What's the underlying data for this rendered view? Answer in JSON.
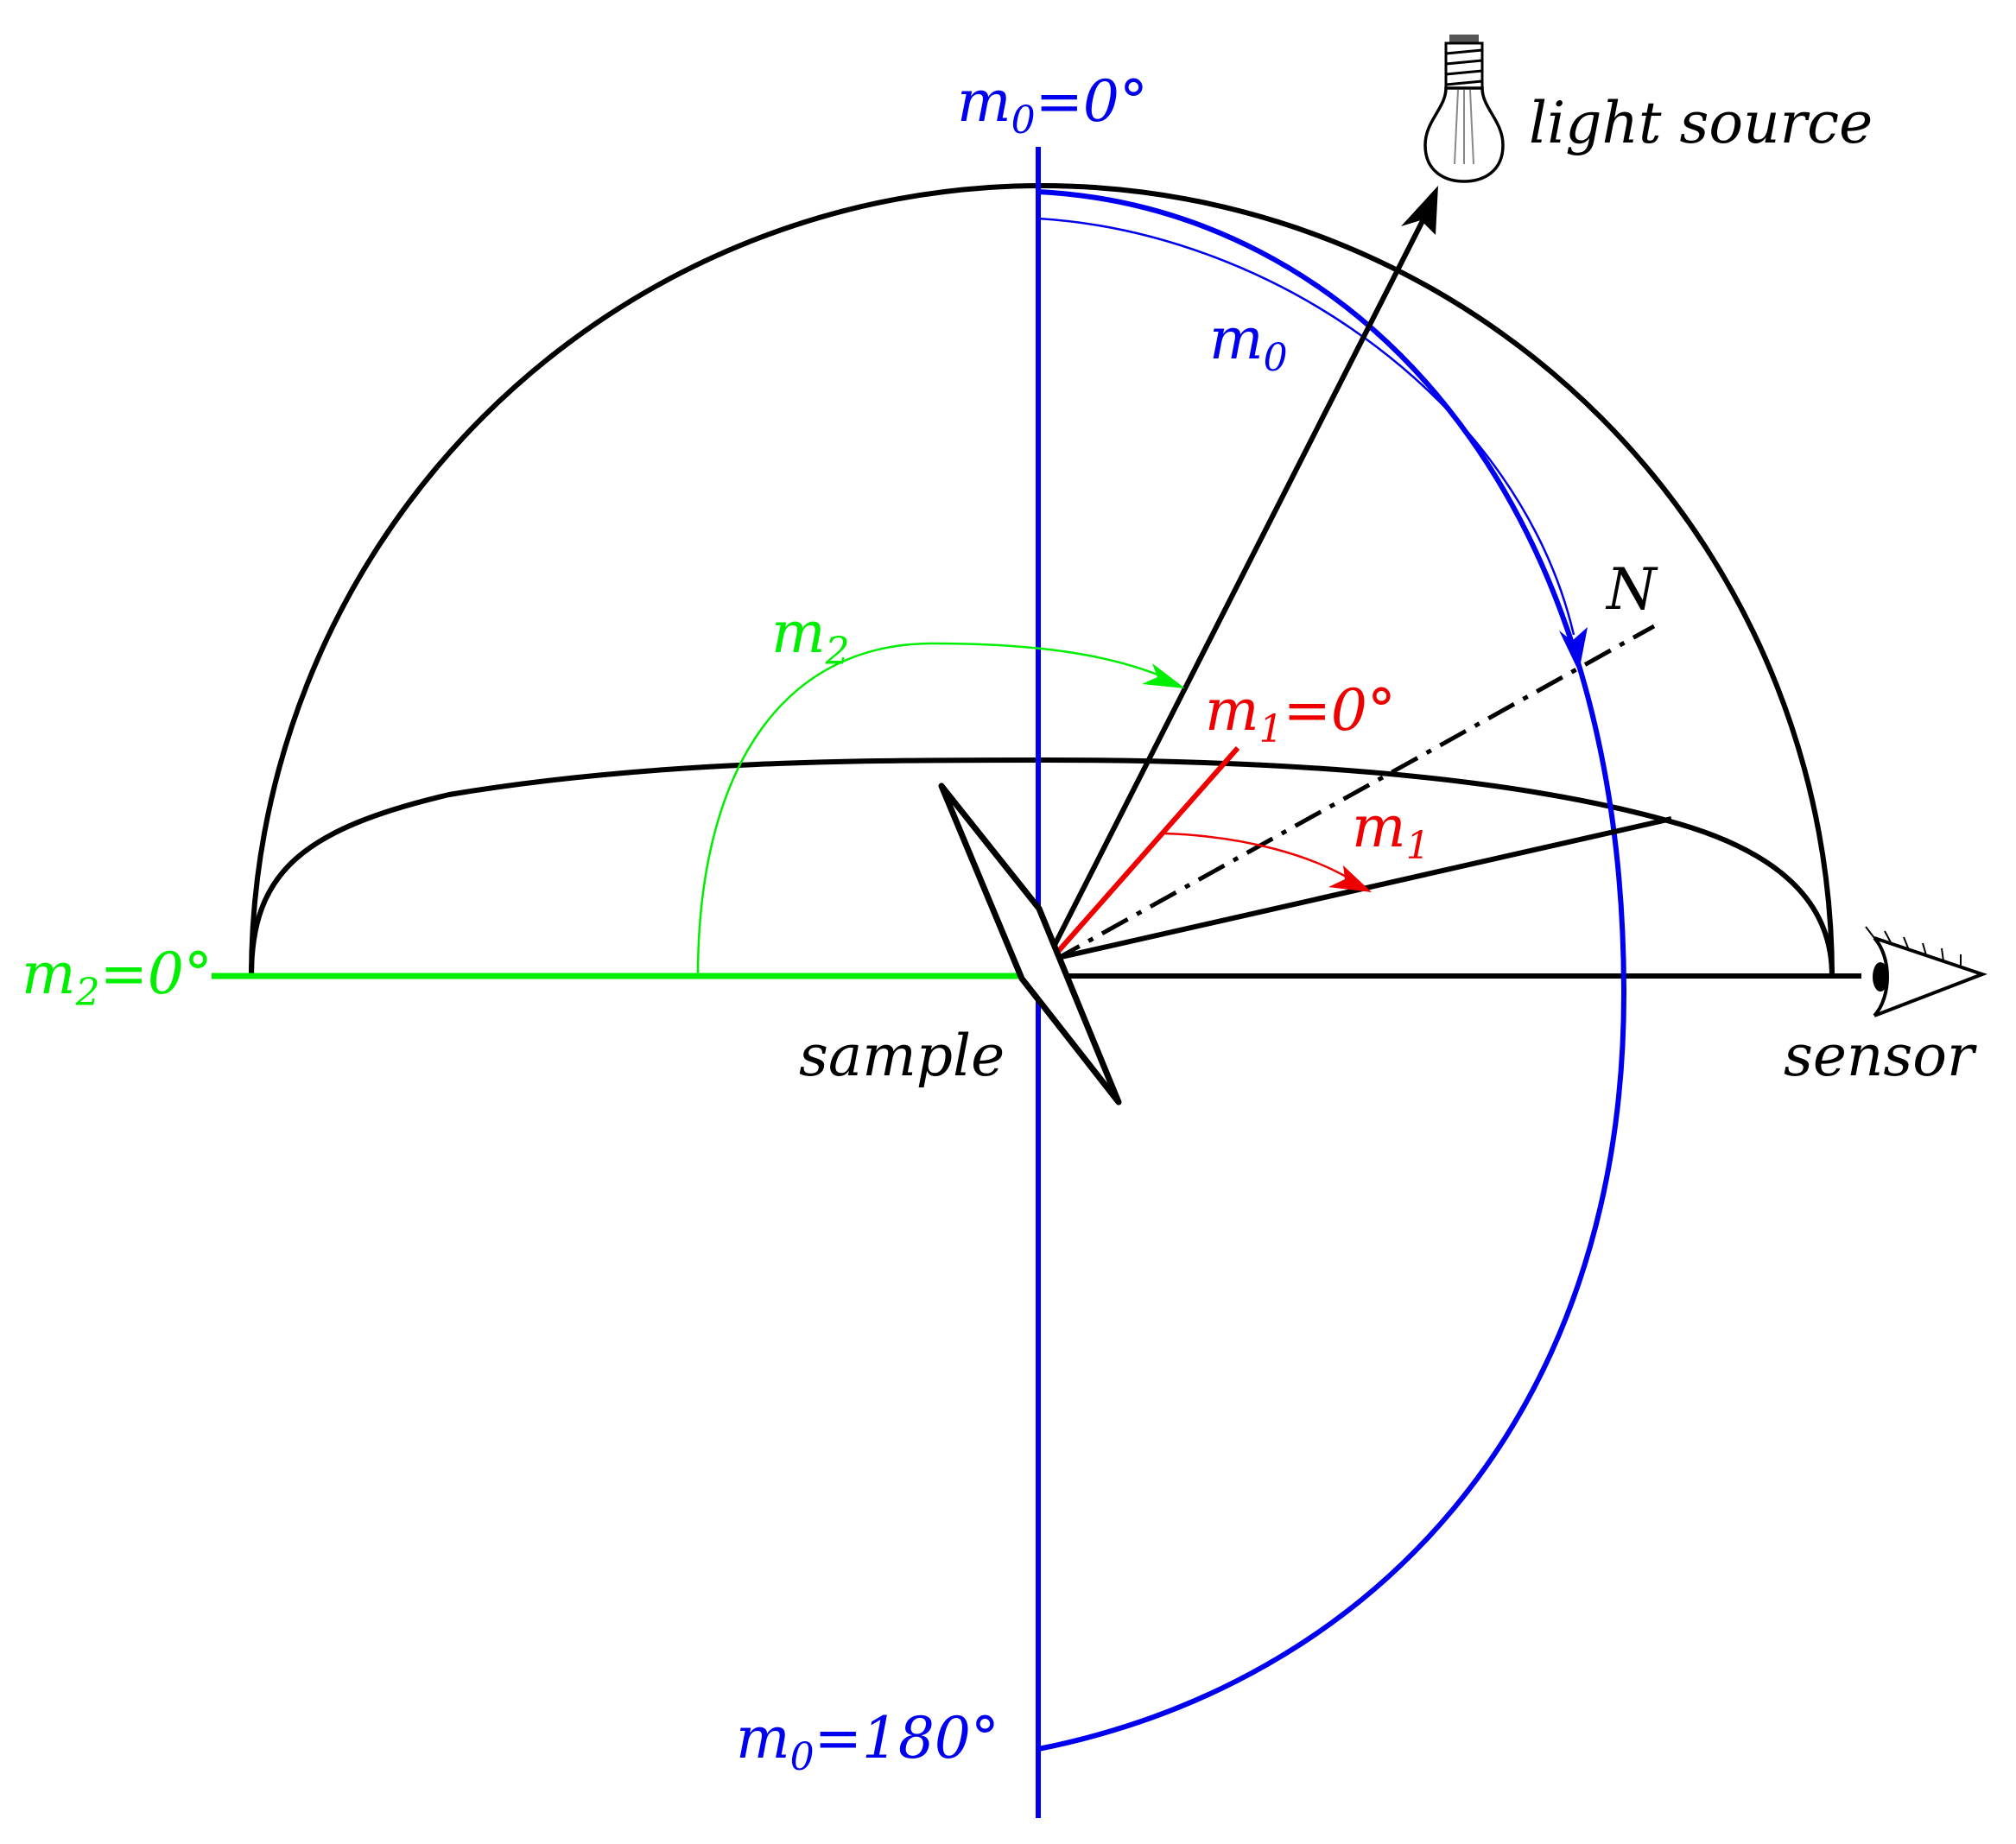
{
  "labels": {
    "m0_top": {
      "base": "m",
      "sub": "0",
      "rest": "=0°"
    },
    "m0_arc": {
      "base": "m",
      "sub": "0",
      "rest": ""
    },
    "m0_bottom": {
      "base": "m",
      "sub": "0",
      "rest": "=180°"
    },
    "m1_zero": {
      "base": "m",
      "sub": "1",
      "rest": "=0°"
    },
    "m1_arc": {
      "base": "m",
      "sub": "1",
      "rest": ""
    },
    "m2_zero": {
      "base": "m",
      "sub": "2",
      "rest": "=0°"
    },
    "m2_arc": {
      "base": "m",
      "sub": "2",
      "rest": ""
    },
    "normal": "N",
    "light_source": "light source",
    "sample": "sample",
    "sensor": "sensor"
  },
  "colors": {
    "m0": "#0000ee",
    "m1": "#ee0000",
    "m2": "#00ee00",
    "ink": "#000000"
  },
  "icons": [
    "light-bulb-icon",
    "eye-icon"
  ]
}
